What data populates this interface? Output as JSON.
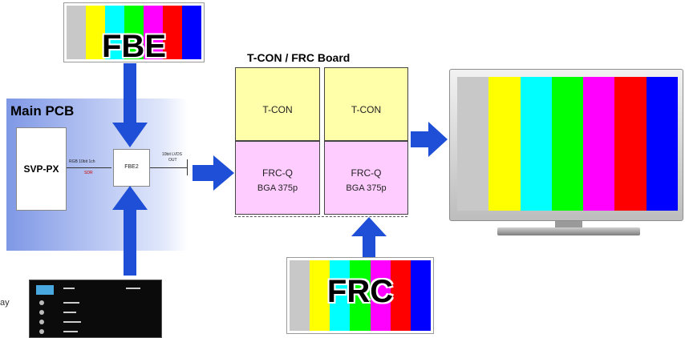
{
  "colors": {
    "bar_colors": [
      "#c8c8c8",
      "#ffff00",
      "#00ffff",
      "#00ff00",
      "#ff00ff",
      "#ff0000",
      "#0000ff"
    ],
    "arrow_fill": "#1e4fd6",
    "pcb_gradient": [
      "#7f98e6",
      "#ffffff"
    ],
    "tcon_fill": "#ffffaa",
    "frc_fill": "#ffccff"
  },
  "fbe_card": {
    "label": "FBE"
  },
  "frc_card": {
    "label": "FRC"
  },
  "main_pcb": {
    "title": "Main PCB",
    "svp_label": "SVP-PX",
    "fbe2_label": "FBE2",
    "link_in_label": "RGB 10bit 1ch",
    "link_in_sub": "SDR",
    "link_out_label": "10bit LVDS",
    "link_out_sub": "OUT"
  },
  "board": {
    "title": "T-CON / FRC Board",
    "left": {
      "tcon": "T-CON",
      "frc": "FRC-Q",
      "bga": "BGA 375p"
    },
    "right": {
      "tcon": "T-CON",
      "frc": "FRC-Q",
      "bga": "BGA 375p"
    }
  },
  "side_text": "ay",
  "icons": [
    "arrow-down-icon",
    "arrow-up-icon",
    "arrow-right-icon"
  ]
}
